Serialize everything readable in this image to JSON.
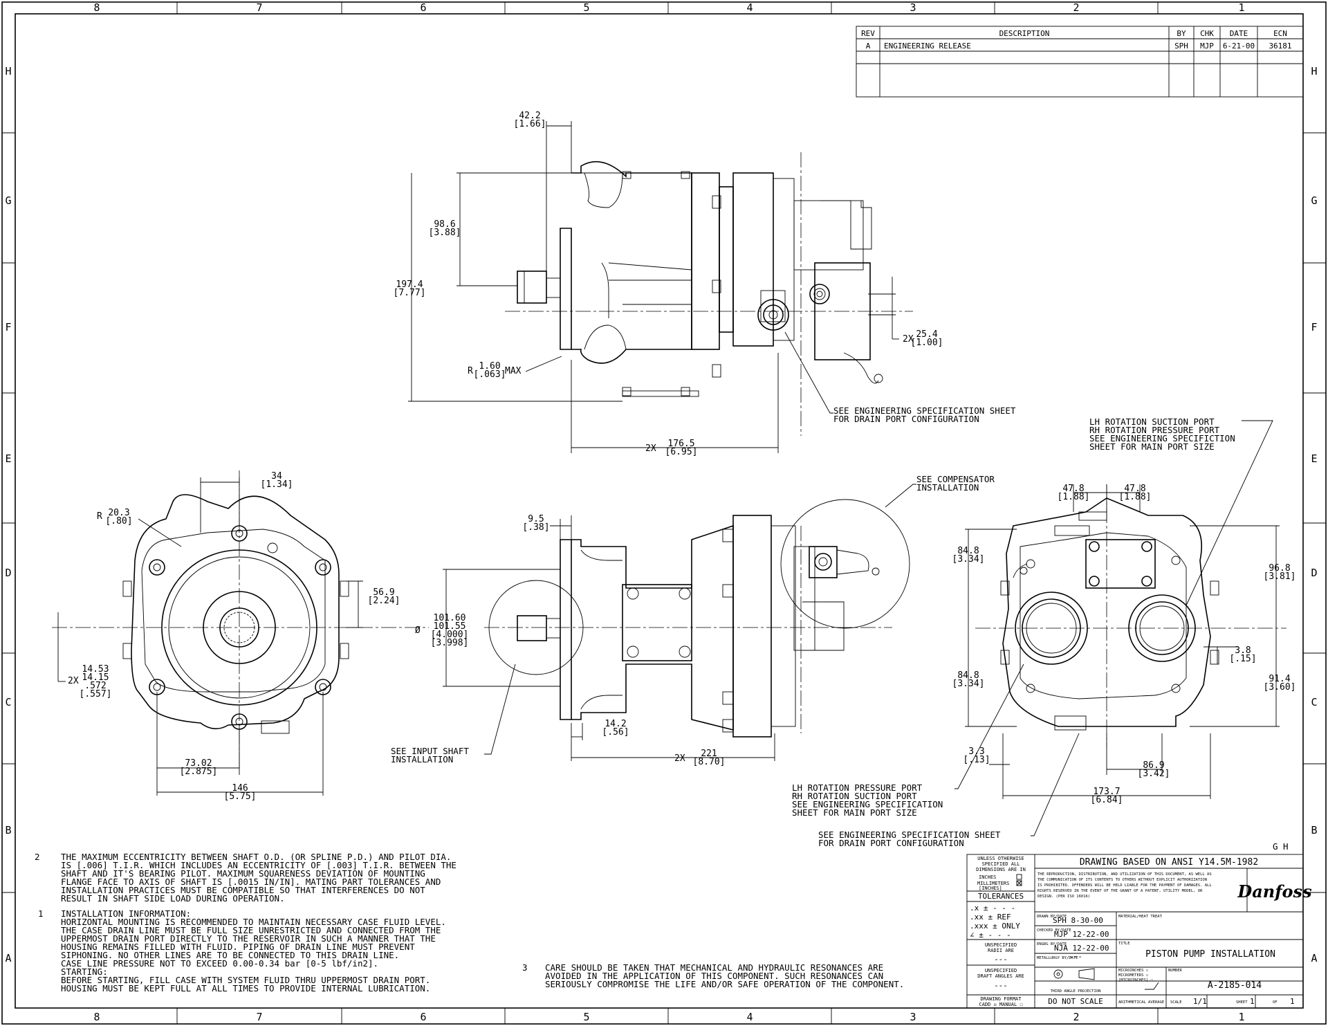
{
  "zones": {
    "columns": [
      "8",
      "7",
      "6",
      "5",
      "4",
      "3",
      "2",
      "1"
    ],
    "rows": [
      "H",
      "G",
      "F",
      "E",
      "D",
      "C",
      "B",
      "A"
    ]
  },
  "revision_block": {
    "headers": {
      "rev": "REV",
      "description": "DESCRIPTION",
      "by": "BY",
      "chk": "CHK",
      "date": "DATE",
      "ecn": "ECN"
    },
    "row": {
      "rev": "A",
      "description": "ENGINEERING RELEASE",
      "by": "SPH",
      "chk": "MJP",
      "date": "6-21-00",
      "ecn": "36181"
    }
  },
  "dimensions": {
    "d42": "42.2",
    "d42_in": "[1.66]",
    "d98": "98.6",
    "d98_in": "[3.88]",
    "d197": "197.4",
    "d197_in": "[7.77]",
    "r160_prefix": "R",
    "r160": "1.60",
    "r160_in": "[.063]",
    "r160_suffix": "MAX",
    "d25_prefix": "2X",
    "d25": "25.4",
    "d25_in": "[1.00]",
    "d176_prefix": "2X",
    "d176": "176.5",
    "d176_in": "[6.95]",
    "d34": "34",
    "d34_in": "[1.34]",
    "r20_prefix": "R",
    "r20": "20.3",
    "r20_in": "[.80]",
    "d56": "56.9",
    "d56_in": "[2.24]",
    "d14_prefix": "2X",
    "d14a": "14.53",
    "d14b": "14.15",
    "d14c": ".572",
    "d14d": "[.557]",
    "d73": "73.02",
    "d73_in": "[2.875]",
    "d146": "146",
    "d146_in": "[5.75]",
    "d9": "9.5",
    "d9_in": "[.38]",
    "dia_prefix": "Ø",
    "dia_a": "101.60",
    "dia_b": "101.55",
    "dia_c": "[4.000]",
    "dia_d": "[3.998]",
    "d142": "14.2",
    "d142_in": "[.56]",
    "d221_prefix": "2X",
    "d221": "221",
    "d221_in": "[8.70]",
    "d478a": "47.8",
    "d478a_in": "[1.88]",
    "d478b": "47.8",
    "d478b_in": "[1.88]",
    "d848a": "84.8",
    "d848a_in": "[3.34]",
    "d848b": "84.8",
    "d848b_in": "[3.34]",
    "d968": "96.8",
    "d968_in": "[3.81]",
    "d38": "3.8",
    "d38_in": "[.15]",
    "d914": "91.4",
    "d914_in": "[3.60]",
    "d33": "3.3",
    "d33_in": "[.13]",
    "d869": "86.9",
    "d869_in": "[3.42]",
    "d1737": "173.7",
    "d1737_in": "[6.84]"
  },
  "callouts": {
    "drain_top_1": "SEE ENGINEERING SPECIFICATION SHEET",
    "drain_top_2": "FOR DRAIN PORT CONFIGURATION",
    "lh_suction_1": "LH ROTATION SUCTION PORT",
    "lh_suction_2": "RH ROTATION PRESSURE PORT",
    "lh_suction_3": "SEE ENGINEERING SPECIFICTION",
    "lh_suction_4": "SHEET FOR MAIN PORT SIZE",
    "comp_1": "SEE COMPENSATOR",
    "comp_2": "INSTALLATION",
    "shaft_1": "SEE INPUT SHAFT",
    "shaft_2": "INSTALLATION",
    "lh_pressure_1": "LH ROTATION PRESSURE PORT",
    "lh_pressure_2": "RH ROTATION SUCTION PORT",
    "lh_pressure_3": "SEE ENGINEERING SPECIFICATION",
    "lh_pressure_4": "SHEET FOR MAIN PORT SIZE",
    "drain_bot_1": "SEE ENGINEERING SPECIFICATION SHEET",
    "drain_bot_2": "FOR DRAIN PORT CONFIGURATION",
    "gh": "G H"
  },
  "notes": {
    "n2_num": "2",
    "n2": [
      "THE MAXIMUM ECCENTRICITY BETWEEN SHAFT O.D. (OR SPLINE P.D.) AND PILOT DIA.",
      "IS [.006] T.I.R. WHICH INCLUDES AN ECCENTRICITY OF [.003] T.I.R. BETWEEN THE",
      "SHAFT AND IT'S BEARING PILOT.  MAXIMUM SQUARENESS DEVIATION OF MOUNTING",
      "FLANGE FACE TO AXIS OF SHAFT IS [.0015 IN/IN].  MATING PART TOLERANCES AND",
      "INSTALLATION PRACTICES MUST BE COMPATIBLE SO THAT INTERFERENCES DO NOT",
      "RESULT IN SHAFT SIDE LOAD DURING OPERATION."
    ],
    "n1_num": "1",
    "n1": [
      "INSTALLATION INFORMATION:",
      "HORIZONTAL MOUNTING IS RECOMMENDED TO MAINTAIN NECESSARY CASE FLUID LEVEL.",
      "THE CASE DRAIN LINE MUST BE FULL SIZE UNRESTRICTED AND CONNECTED FROM THE",
      "UPPERMOST DRAIN PORT DIRECTLY TO THE RESERVOIR IN SUCH A MANNER THAT THE",
      "HOUSING REMAINS FILLED WITH FLUID.  PIPING OF DRAIN LINE MUST PREVENT",
      "SIPHONING.  NO OTHER LINES ARE TO BE CONNECTED TO THIS DRAIN LINE.",
      "CASE LINE PRESSURE NOT TO EXCEED 0.00-0.34 bar [0-5 lbf/in2].",
      "STARTING:",
      "BEFORE STARTING, FILL CASE WITH SYSTEM FLUID THRU UPPERMOST DRAIN PORT.",
      "HOUSING MUST BE KEPT FULL AT ALL TIMES TO PROVIDE INTERNAL LUBRICATION."
    ],
    "n3_num": "3",
    "n3": [
      "CARE SHOULD BE TAKEN THAT MECHANICAL AND HYDRAULIC RESONANCES ARE",
      "AVOIDED IN THE APPLICATION OF THIS COMPONENT.  SUCH RESONANCES CAN",
      "SERIOUSLY COMPROMISE THE LIFE AND/OR SAFE OPERATION OF THE COMPONENT."
    ]
  },
  "title_block": {
    "unless_1": "UNLESS OTHERWISE",
    "unless_2": "SPECIFIED ALL",
    "unless_3": "DIMENSIONS ARE IN",
    "inches": "INCHES",
    "millimeters": "MILLIMETERS",
    "inches_br": "[INCHES]",
    "tolerances": "TOLERANCES",
    "tol_x": ".x  ± - - -",
    "tol_xx": ".xx  ± REF",
    "tol_xxx": ".xxx  ± ONLY",
    "tol_ang": "∠  ± - - -",
    "radii_1": "UNSPECIFIED",
    "radii_2": "RADII ARE",
    "radii_val": "---",
    "draft_1": "UNSPECIFIED",
    "draft_2": "DRAFT ANGLES ARE",
    "draft_val": "---",
    "format_1": "DRAWING FORMAT",
    "format_2": "CADD ☒  MANUAL ☐",
    "based_on": "DRAWING BASED ON ANSI Y14.5M-1982",
    "legal": [
      "THE REPRODUCTION, DISTRIBUTION, AND UTILIZATION OF THIS DOCUMENT, AS WELL AS",
      "THE COMMUNICATION OF ITS CONTENTS TO OTHERS WITHOUT EXPLICIT AUTHORIZATION",
      "IS PROHIBITED. OFFENDERS WILL BE HELD LIABLE FOR THE PAYMENT OF DAMAGES. ALL",
      "RIGHTS RESERVED IN THE EVENT OF THE GRANT OF A PATENT, UTILITY MODEL, OR",
      "DESIGN. (PER ISO 16016)"
    ],
    "logo": "Danfoss",
    "drawn_label": "DRAWN BY/DATE",
    "drawn": "SPH 8-30-00",
    "checked_label": "CHECKED BY/DATE",
    "checked": "MJP 12-22-00",
    "engrg_label": "ENGRG BY/DATE",
    "engrg": "NJA 12-22-00",
    "metallurgy_label": "METALLURGY BY/DATE",
    "metallurgy": "---",
    "material_label": "MATERIAL/HEAT TREAT",
    "title_label": "TITLE",
    "title": "PISTON PUMP INSTALLATION",
    "projection": "THIRD ANGLE PROJECTION",
    "units_1": "MICROINCHES ☐",
    "units_2": "MICROMETERS ☐",
    "units_3": "[MICROINCHES] ☐",
    "arith": "ARITHMETICAL AVERAGE",
    "number_label": "NUMBER",
    "number": "A-2185-014",
    "do_not_scale": "DO NOT SCALE",
    "scale_label": "SCALE",
    "scale": "1/1",
    "sheet_label": "SHEET",
    "sheet": "1",
    "of_label": "OF",
    "of": "1"
  }
}
